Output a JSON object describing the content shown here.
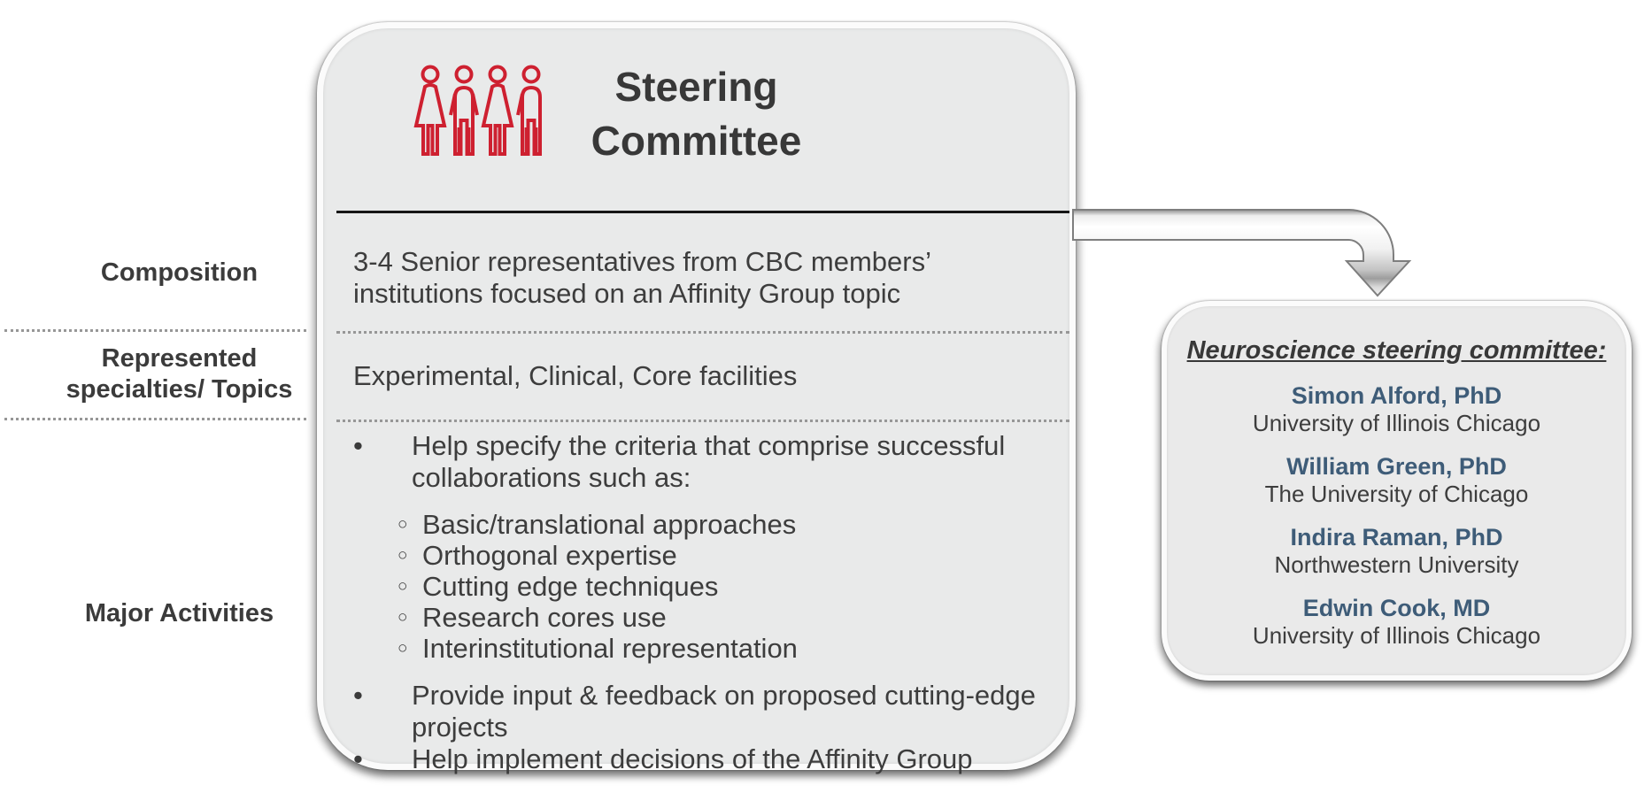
{
  "left_labels": {
    "composition": "Composition",
    "represented": "Represented\nspecialties/ Topics",
    "major_activities": "Major Activities"
  },
  "main_card": {
    "title": "Steering\nCommittee",
    "icon": "four-people-red-outline",
    "composition_text": "3-4 Senior representatives from CBC members’\ninstitutions focused on an Affinity Group topic",
    "specialties_text": "Experimental, Clinical, Core facilities",
    "activities": {
      "bullet_glyph": "•",
      "sub_bullet_glyph": "○",
      "bullet1": "Help specify the criteria that comprise successful\ncollaborations such as:",
      "sub_bullets": [
        "Basic/translational approaches",
        "Orthogonal expertise",
        "Cutting edge techniques",
        "Research cores use",
        "Interinstitutional representation"
      ],
      "bullet2": "Provide input & feedback on proposed cutting-edge projects",
      "bullet3": "Help implement decisions of the Affinity Group"
    }
  },
  "committee_card": {
    "title": "Neuroscience steering committee:",
    "members": [
      {
        "name": "Simon Alford, PhD",
        "institution": "University of Illinois Chicago"
      },
      {
        "name": "William Green, PhD",
        "institution": "The University of Chicago"
      },
      {
        "name": "Indira Raman, PhD",
        "institution": "Northwestern University"
      },
      {
        "name": "Edwin Cook, MD",
        "institution": "University of Illinois Chicago"
      }
    ]
  },
  "colors": {
    "accent_red": "#ce2030",
    "name_blue": "#3e5c78",
    "card_fill": "#e9eaea",
    "text_dark": "#3b3b3b"
  }
}
